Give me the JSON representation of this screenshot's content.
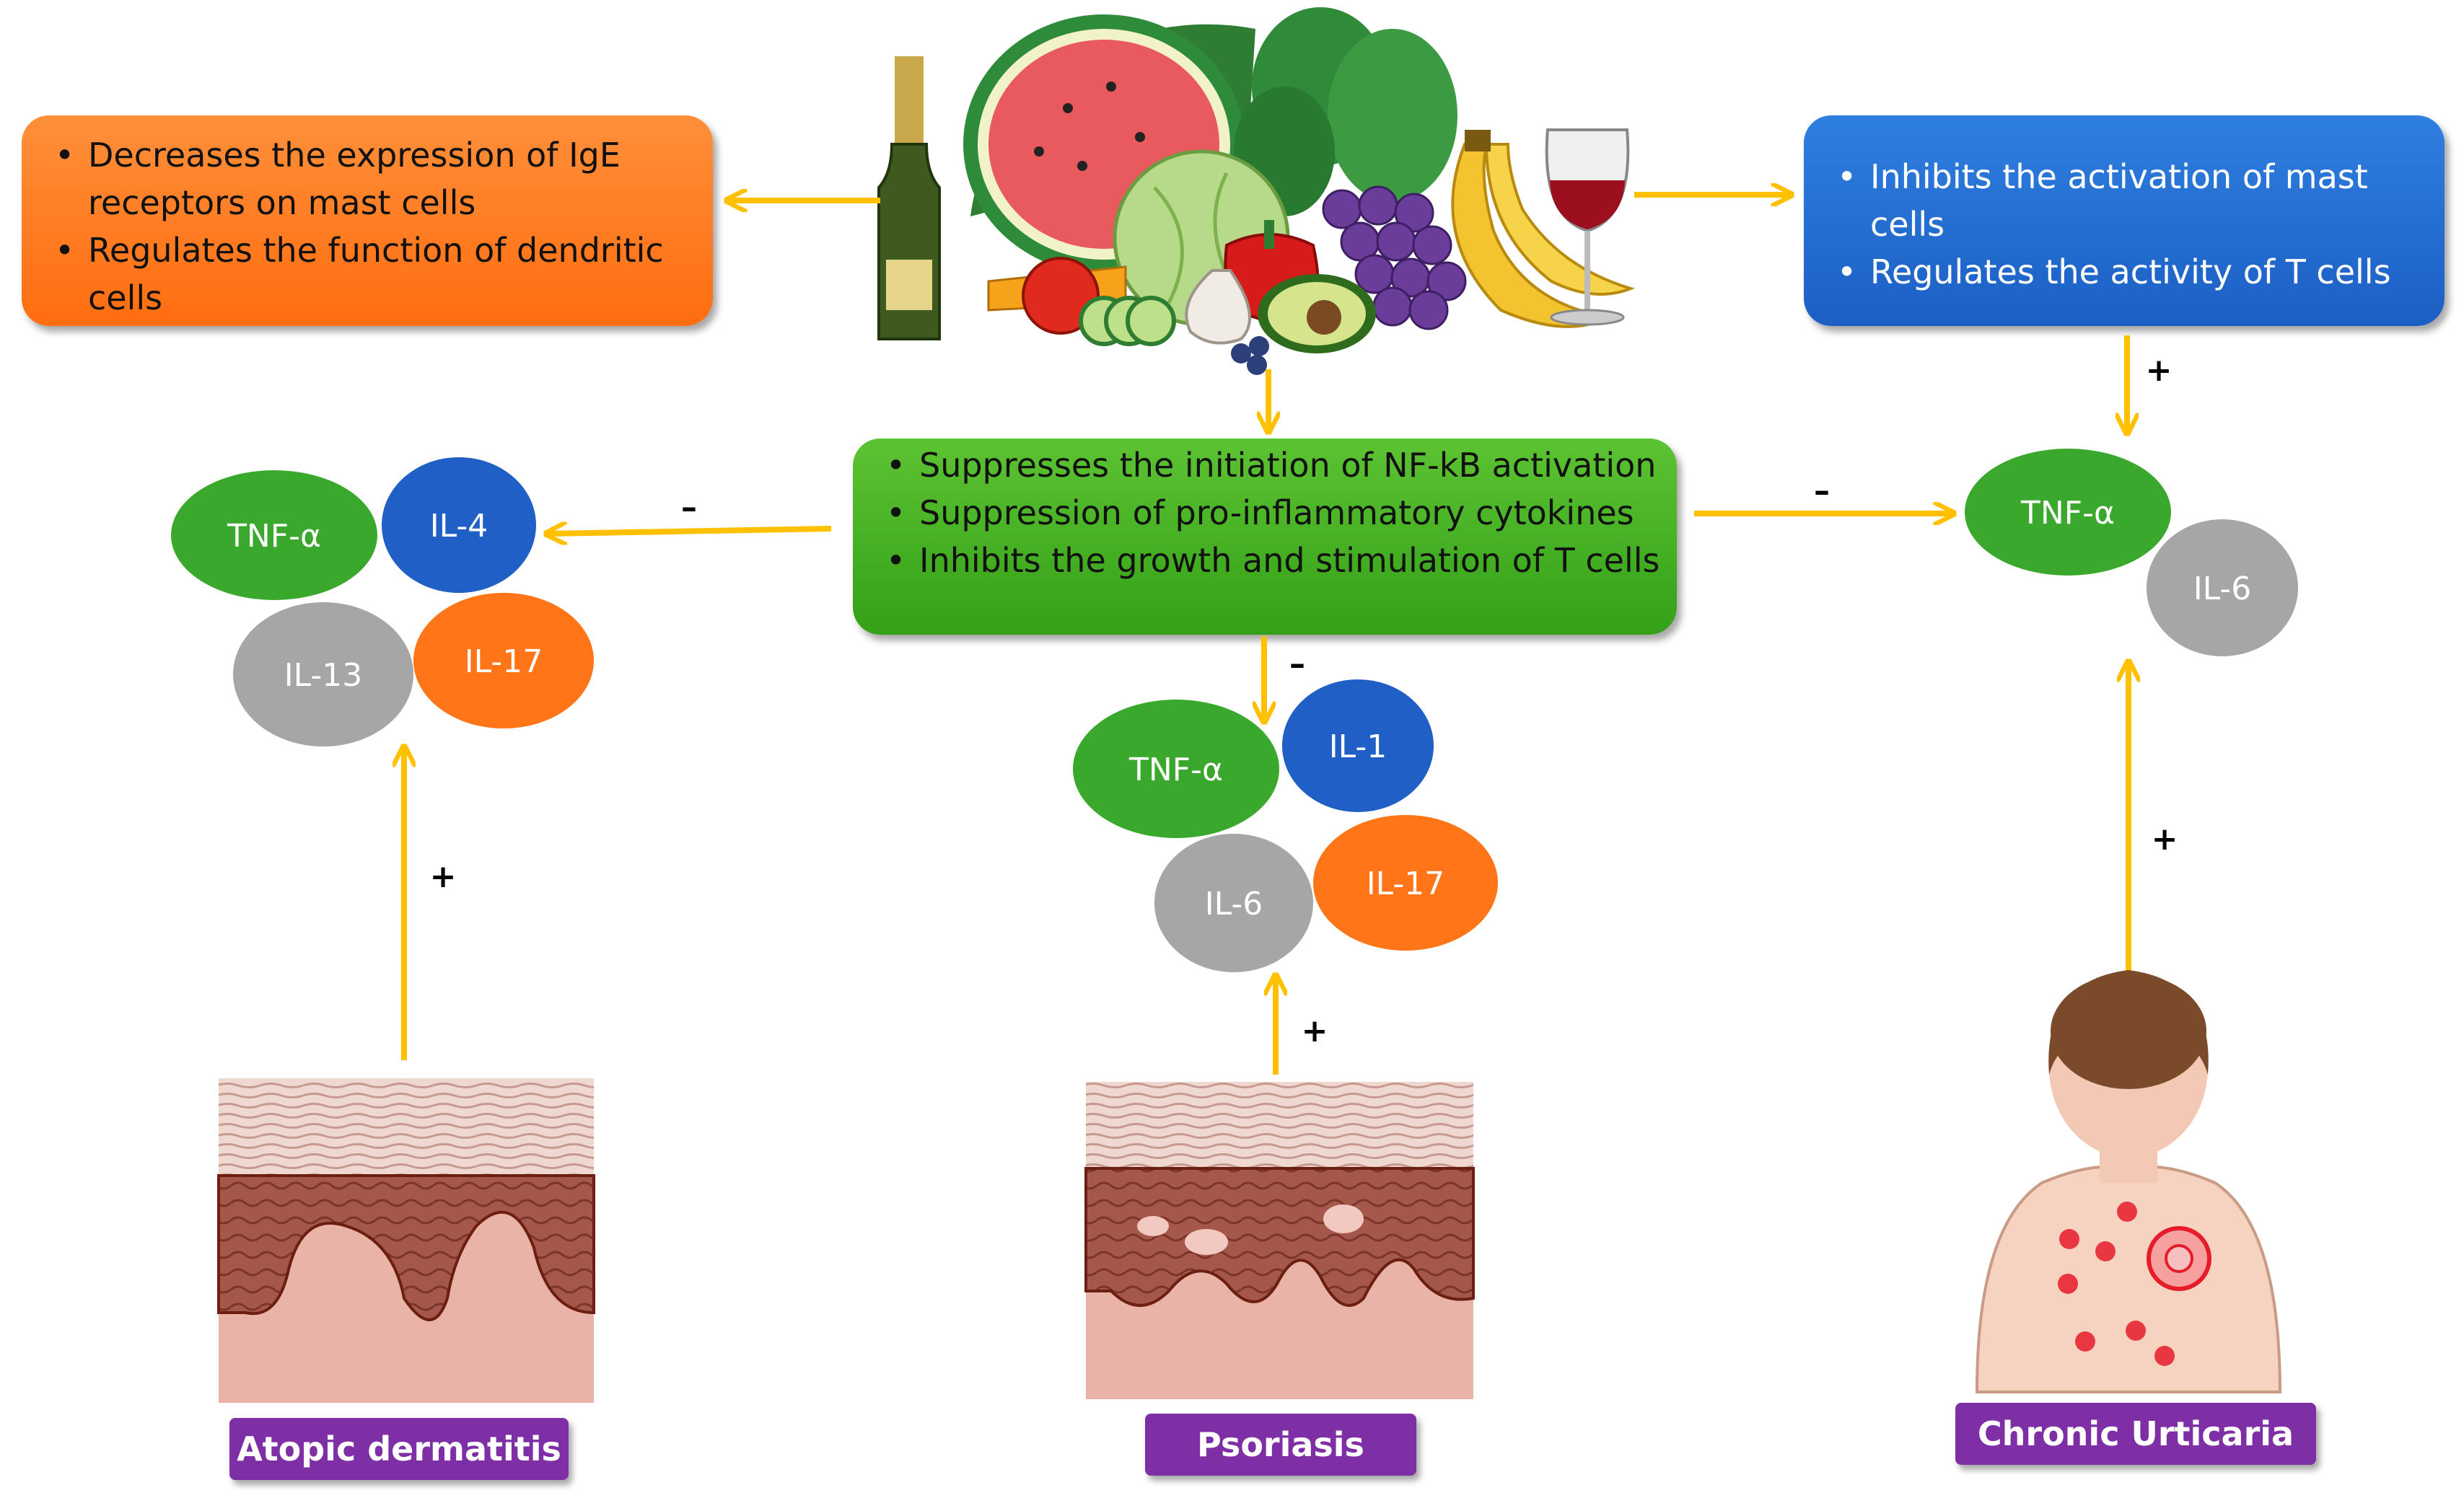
{
  "colors": {
    "arrow": "#ffc000",
    "orange_box": "#ff7a1f",
    "blue_box": "#2468d4",
    "green_box": "#46b024",
    "label_bg": "#7e2fa6",
    "tnf": "#3aa82c",
    "il_blue": "#1f5fc6",
    "il_gray": "#a6a6a6",
    "il_orange": "#ff7518"
  },
  "food_illustration": {
    "icons": [
      "champagne-bottle-icon",
      "watermelon-icon",
      "leafy-greens-icon",
      "cabbage-icon",
      "bell-pepper-icon",
      "grapes-icon",
      "banana-icon",
      "wine-glass-icon",
      "apple-icon",
      "cucumber-icon",
      "garlic-icon",
      "avocado-icon",
      "blueberry-icon"
    ]
  },
  "orange_box": {
    "items": [
      "Decreases the expression of IgE receptors on mast cells",
      "Regulates the function of dendritic cells"
    ]
  },
  "blue_box": {
    "items": [
      "Inhibits the activation of mast cells",
      "Regulates the activity of T cells"
    ]
  },
  "green_box": {
    "items": [
      "Suppresses the initiation of NF-kB activation",
      "Suppression of pro-inflammatory cytokines",
      "Inhibits the growth and stimulation of T cells"
    ]
  },
  "cytokine_groups": {
    "atopic": {
      "tnf": "TNF-α",
      "il4": "IL-4",
      "il13": "IL-13",
      "il17": "IL-17"
    },
    "psoriasis": {
      "tnf": "TNF-α",
      "il1": "IL-1",
      "il6": "IL-6",
      "il17": "IL-17"
    },
    "urticaria": {
      "tnf": "TNF-α",
      "il6": "IL-6"
    }
  },
  "signs": {
    "minus": "–",
    "plus": "+"
  },
  "diseases": {
    "atopic": "Atopic dermatitis",
    "psoriasis": "Psoriasis",
    "urticaria": "Chronic Urticaria"
  }
}
